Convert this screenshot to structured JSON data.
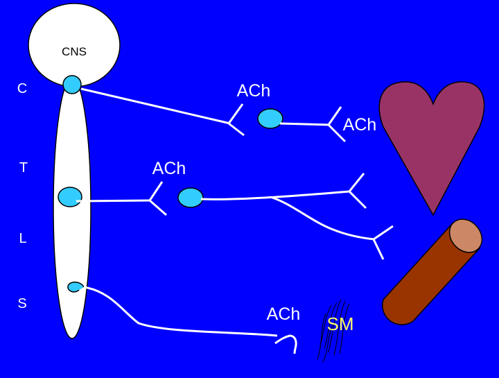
{
  "colors": {
    "background": "#0000ff",
    "nerve": "#ffffff",
    "ganglion": "#33ccff",
    "heart": "#993366",
    "muscle_body": "#993300",
    "muscle_end": "#cc8866",
    "sm_label": "#ffff66"
  },
  "labels": {
    "cns": "CNS",
    "level_c": "C",
    "level_t": "T",
    "level_l": "L",
    "level_s": "S",
    "ach_cervical_pre": "ACh",
    "ach_cervical_post": "ACh",
    "ach_thoracic_pre": "ACh",
    "ach_sacral": "ACh",
    "smooth_muscle": "SM"
  },
  "targets": {
    "heart_icon": "heart",
    "skeletal_muscle_icon": "cylinder",
    "smooth_muscle_icon": "smooth-muscle-fibers"
  }
}
